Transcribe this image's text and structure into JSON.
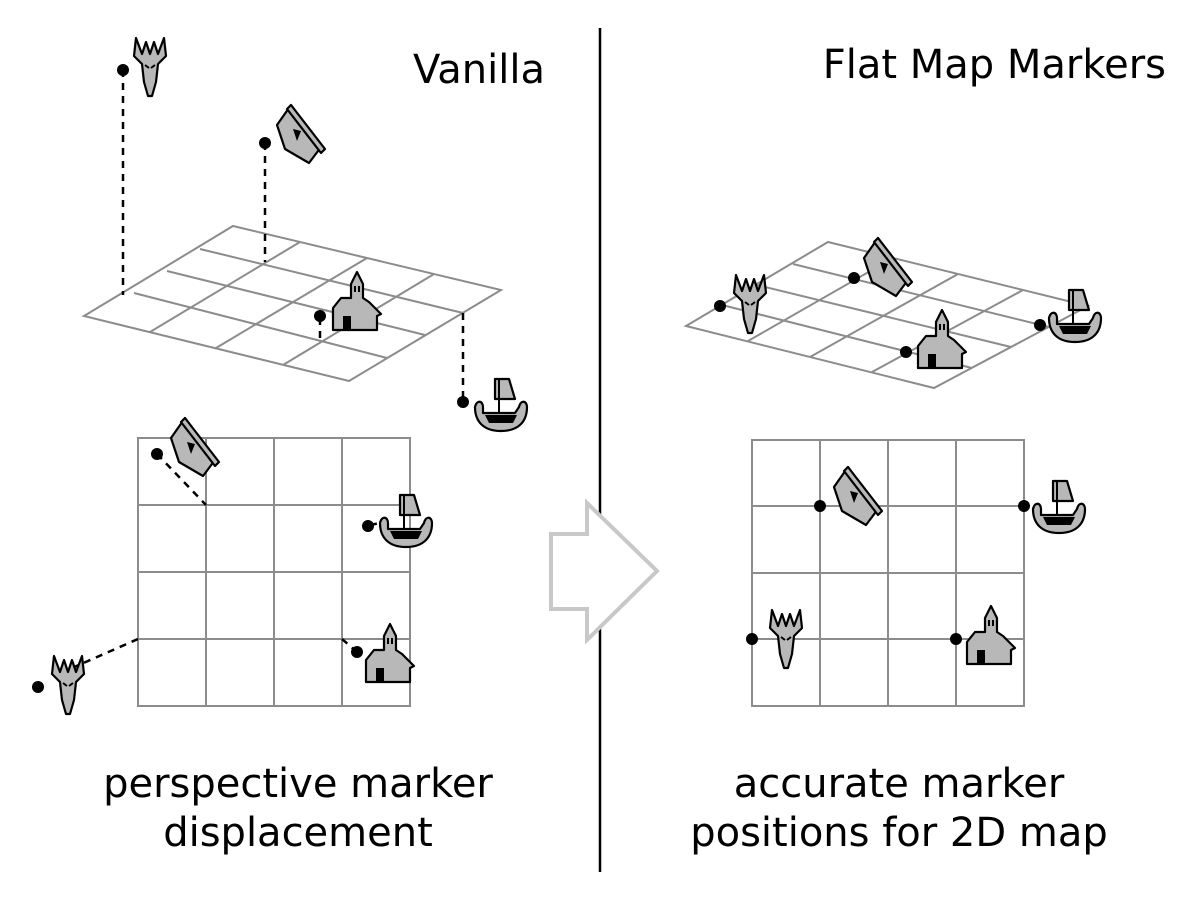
{
  "left_panel": {
    "title": "Vanilla",
    "caption_line1": "perspective marker",
    "caption_line2": "displacement"
  },
  "right_panel": {
    "title": "Flat Map Markers",
    "caption_line1": "accurate marker",
    "caption_line2": "positions for 2D map"
  },
  "icons": [
    "dragon-icon",
    "house-icon",
    "church-icon",
    "ship-icon"
  ],
  "colors": {
    "icon_fill": "#b8b8b8",
    "grid_line": "#8c8c8c",
    "arrow_outline": "#c8c8c8"
  }
}
